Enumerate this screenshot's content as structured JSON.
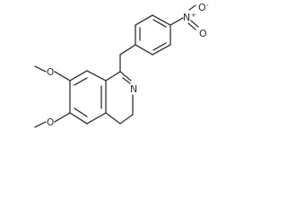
{
  "molecule": {
    "labels": {
      "no2_o_top": "O",
      "no2_o_bottom": "O",
      "no2_n": "N",
      "no2_plus": "+",
      "no2_minus": "-",
      "ring_n": "N",
      "ome_upper_o": "O",
      "ome_lower_o": "O"
    }
  }
}
